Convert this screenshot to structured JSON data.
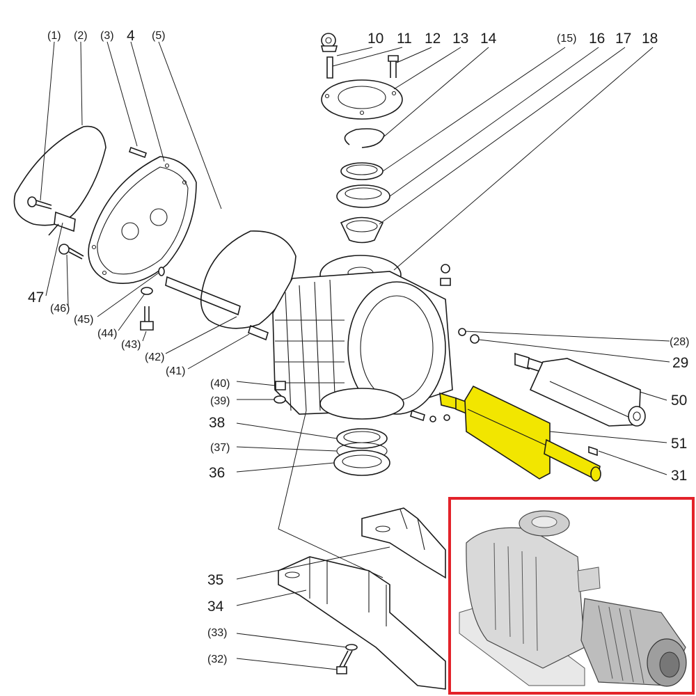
{
  "labels": {
    "l1": "(1)",
    "l2": "(2)",
    "l3": "(3)",
    "l4": "4",
    "l5": "(5)",
    "l10": "10",
    "l11": "11",
    "l12": "12",
    "l13": "13",
    "l14": "14",
    "l15": "(15)",
    "l16": "16",
    "l17": "17",
    "l18": "18",
    "l28": "(28)",
    "l29": "29",
    "l50": "50",
    "l51": "51",
    "l31": "31",
    "l47": "47",
    "l46": "(46)",
    "l45": "(45)",
    "l44": "(44)",
    "l43": "(43)",
    "l42": "(42)",
    "l41": "(41)",
    "l40": "(40)",
    "l39": "(39)",
    "l38": "38",
    "l37": "(37)",
    "l36": "36",
    "l35": "35",
    "l34": "34",
    "l33": "(33)",
    "l32": "(32)"
  },
  "colors": {
    "highlight_part": "#f2e600",
    "inset_frame": "#e3222a",
    "line": "#1a1a1a"
  }
}
